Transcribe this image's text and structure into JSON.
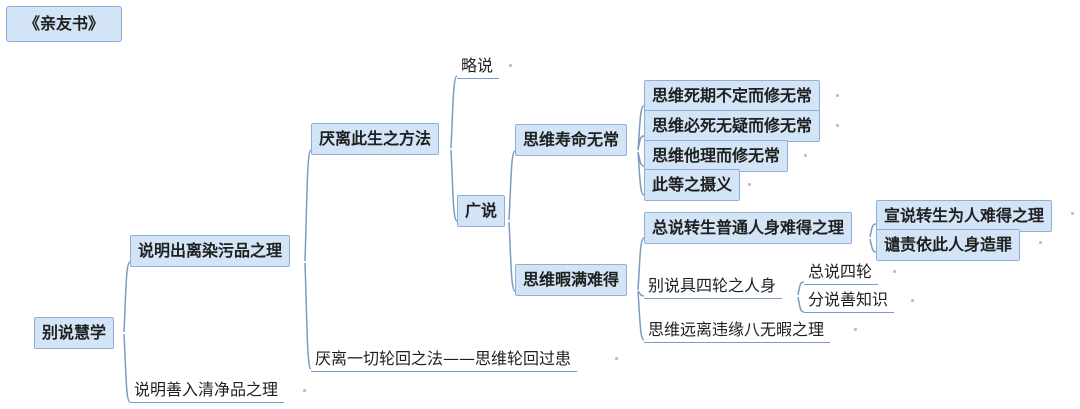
{
  "title": "《亲友书》",
  "root": "别说慧学",
  "level1": {
    "a": "说明出离染污品之理",
    "b": "说明善入清净品之理"
  },
  "level2": {
    "a": "厌离此生之方法",
    "b": "厌离一切轮回之法——思维轮回过患"
  },
  "level3": {
    "brief": "略说",
    "wide": "广说"
  },
  "level4": {
    "a": "思维寿命无常",
    "b": "思维暇满难得"
  },
  "impermanence": [
    "思维死期不定而修无常",
    "思维必死无疑而修无常",
    "思维他理而修无常",
    "此等之摄义"
  ],
  "leisure": {
    "general": "总说转生普通人身难得之理",
    "general_children": [
      "宣说转生为人难得之理",
      "谴责依此人身造罪"
    ],
    "wheels": "别说具四轮之人身",
    "wheels_children": [
      "总说四轮",
      "分说善知识"
    ],
    "far": "思维远离违缘八无暇之理"
  },
  "colors": {
    "box_fill": "#d2e4f5",
    "box_border": "#8fb0d6",
    "line": "#7a9bc2"
  }
}
